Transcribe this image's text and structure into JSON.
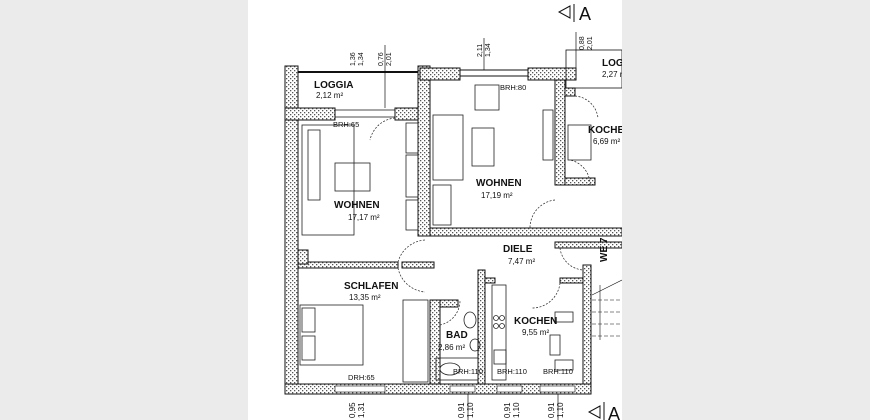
{
  "rooms": {
    "loggia_left": {
      "name": "LOGGIA",
      "area": "2,12 m²"
    },
    "loggia_right": {
      "name": "LOGG",
      "area": "2,27 m"
    },
    "wohnen_left": {
      "name": "WOHNEN",
      "area": "17,17 m²"
    },
    "wohnen_right": {
      "name": "WOHNEN",
      "area": "17,19 m²"
    },
    "kochen_right": {
      "name": "KOCHE",
      "area": "6,69 m²"
    },
    "diele": {
      "name": "DIELE",
      "area": "7,47 m²"
    },
    "schlafen": {
      "name": "SCHLAFEN",
      "area": "13,35 m²"
    },
    "bad": {
      "name": "BAD",
      "area": "2,86 m²"
    },
    "kochen": {
      "name": "KOCHEN",
      "area": "9,55 m²"
    }
  },
  "sill_heights": [
    "BRH:65",
    "BRH:80",
    "DRH:65",
    "BRH:110",
    "BRH:110",
    "BRH:110"
  ],
  "dimensions_top": [
    [
      "1,36",
      "1,34"
    ],
    [
      "0,76",
      "2,01"
    ],
    [
      "2,11",
      "1,34"
    ],
    [
      "0,88",
      "2,01"
    ]
  ],
  "dimensions_bottom": [
    [
      "0,95",
      "1,31"
    ],
    [
      "0,91",
      "1,10"
    ],
    [
      "0,91",
      "1,10"
    ],
    [
      "0,91",
      "1,10"
    ]
  ],
  "unit_label": "WE 7",
  "section_marker": "A",
  "colors": {
    "background": "#ebebeb",
    "sheet": "#ffffff",
    "line": "#111111"
  }
}
